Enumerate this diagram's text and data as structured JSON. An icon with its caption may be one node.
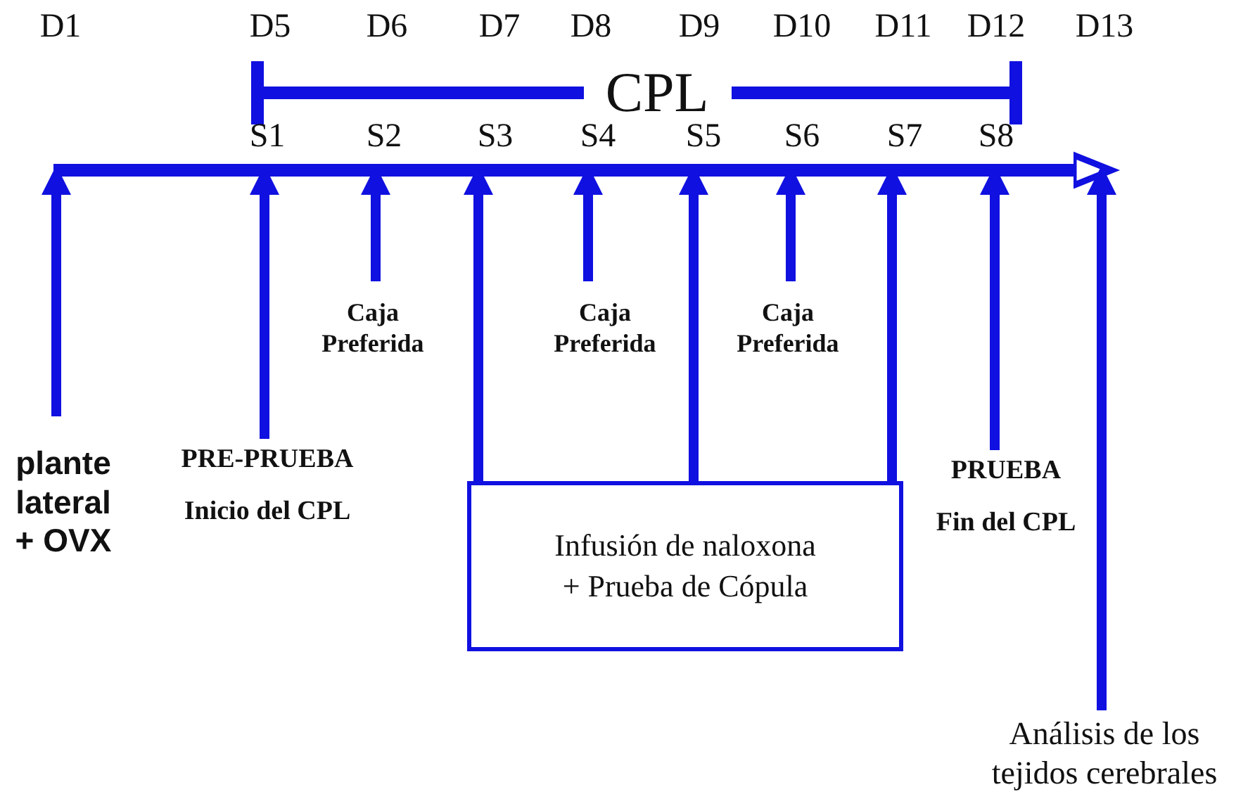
{
  "diagram": {
    "nodes": [
      {
        "text": [],
        "shape": "bar"
      },
      {
        "text": [
          "plante lateral + OVX"
        ]
      },
      {
        "text": [
          "PRE-PRUEBA",
          "Inicio del CPL"
        ]
      },
      {
        "text": [
          "Caja Preferida"
        ]
      },
      {
        "text": [
          "Caja Preferida"
        ]
      },
      {
        "text": [
          "Caja Preferida"
        ]
      },
      {
        "text": [
          "Infusión de naloxona + Prueba de Cópula"
        ]
      },
      {
        "text": [
          "PRUEBA",
          "Fin del CPL"
        ]
      },
      {
        "text": [
          "Análisis de los tejidos cerebrales"
        ]
      }
    ],
    "edges": [
      {
        "from": 1,
        "to": 0,
        "arrow": "to"
      },
      {
        "from": 2,
        "to": 0,
        "arrow": "to"
      },
      {
        "from": 3,
        "to": 0,
        "arrow": "to"
      },
      {
        "from": 6,
        "to": 0,
        "arrow": "to"
      },
      {
        "from": 4,
        "to": 0,
        "arrow": "to"
      },
      {
        "from": 6,
        "to": 0,
        "arrow": "to"
      },
      {
        "from": 5,
        "to": 0,
        "arrow": "to"
      },
      {
        "from": 6,
        "to": 0,
        "arrow": "to"
      },
      {
        "from": 7,
        "to": 0,
        "arrow": "to"
      },
      {
        "from": 8,
        "to": 0,
        "arrow": "to"
      }
    ],
    "labels": [
      "D1",
      "D5",
      "D6",
      "D7",
      "D8",
      "D9",
      "D10",
      "D11",
      "D12",
      "D13",
      "CPL",
      "S1",
      "S2",
      "S3",
      "S4",
      "S5",
      "S6",
      "S7",
      "S8"
    ]
  }
}
